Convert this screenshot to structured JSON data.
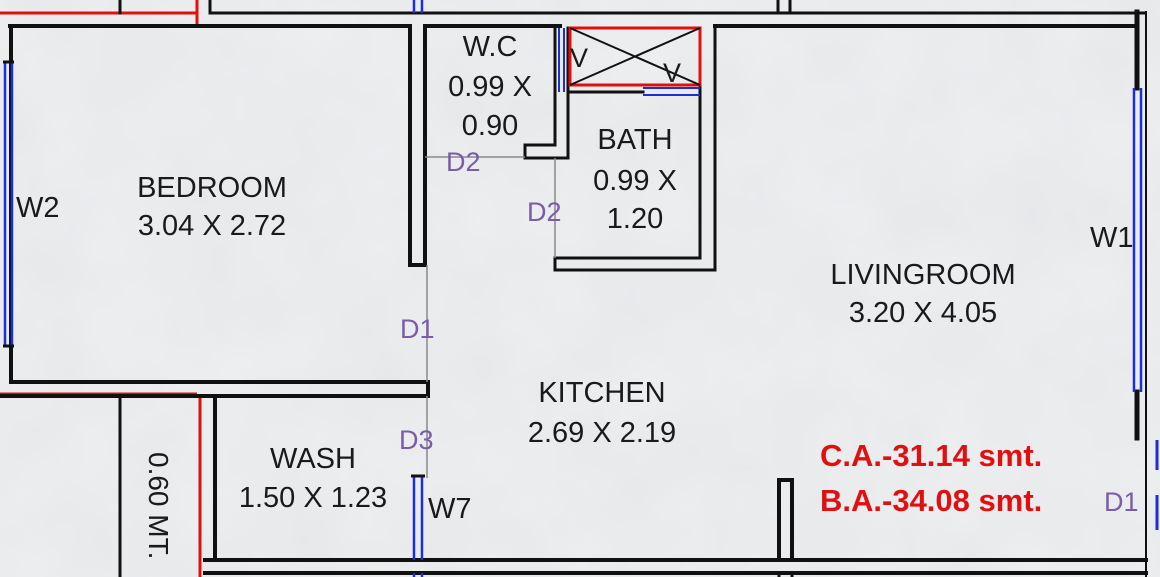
{
  "colors": {
    "background": "#eeeff1",
    "wall": "#111111",
    "window": "#1a2fd6",
    "boundary": "#e01010",
    "label": "#1a1a1a",
    "door_label": "#7a5ca8",
    "area_text": "#e01010"
  },
  "rooms": {
    "bedroom": {
      "name": "BEDROOM",
      "size": "3.04 X 2.72"
    },
    "wc": {
      "name": "W.C",
      "size_line1": "0.99 X",
      "size_line2": "0.90"
    },
    "bath": {
      "name": "BATH",
      "size_line1": "0.99 X",
      "size_line2": "1.20"
    },
    "living": {
      "name": "LIVINGROOM",
      "size": "3.20 X 4.05"
    },
    "kitchen": {
      "name": "KITCHEN",
      "size": "2.69 X 2.19"
    },
    "wash": {
      "name": "WASH",
      "size": "1.50 X 1.23"
    }
  },
  "openings": {
    "w2": "W2",
    "w1": "W1",
    "w7": "W7",
    "d1_kitchen": "D1",
    "d1_entry": "D1",
    "d2_wc": "D2",
    "d2_bath": "D2",
    "d3": "D3",
    "v_top": "V",
    "v_duct": "V"
  },
  "passage": "0.60 MT.",
  "areas": {
    "carpet": "C.A.-31.14 smt.",
    "built_up": "B.A.-34.08 smt."
  }
}
